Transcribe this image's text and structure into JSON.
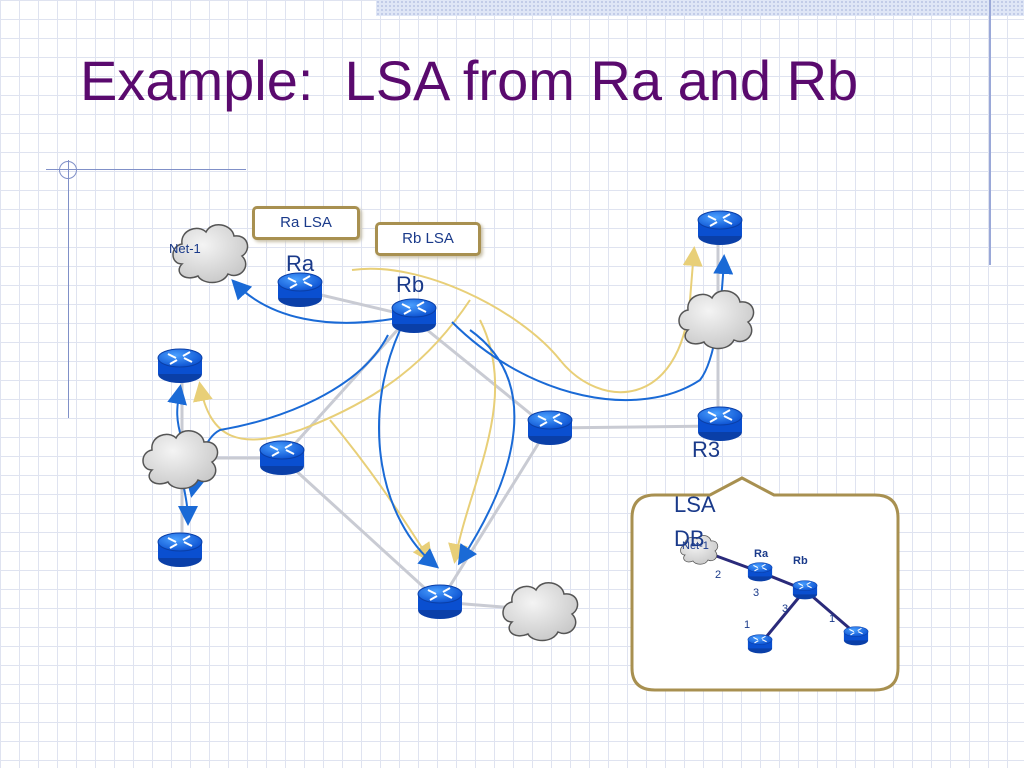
{
  "title": "Example:  LSA from Ra and Rb",
  "boxes": {
    "ra_lsa": "Ra LSA",
    "rb_lsa": "Rb LSA"
  },
  "labels": {
    "net1": "Net-1",
    "ra": "Ra",
    "rb": "Rb",
    "r3": "R3",
    "lsa_db_line1": "LSA",
    "lsa_db_line2": "DB"
  },
  "inset": {
    "net1": "Net-1",
    "ra": "Ra",
    "rb": "Rb",
    "costs": [
      "2",
      "3",
      "3",
      "1",
      "1"
    ]
  },
  "colors": {
    "title": "#5a0a6e",
    "router": "#1565e8",
    "arrow_blue": "#1a6ad6",
    "arrow_yellow": "#e8cf78",
    "box_border": "#a89050"
  }
}
